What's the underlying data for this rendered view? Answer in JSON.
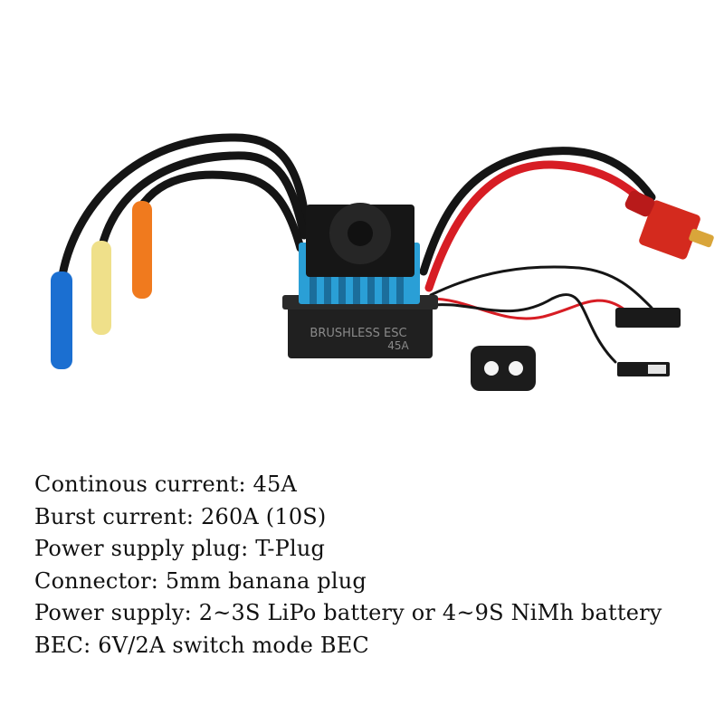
{
  "product": {
    "esc_label_line1": "BRUSHLESS ESC",
    "esc_label_line2": "45A",
    "colors": {
      "heatsink": "#2a9fd6",
      "wire_black": "#151515",
      "wire_red": "#d71d24",
      "connector_blue": "#1b6fd1",
      "connector_yellow": "#efe08a",
      "connector_orange": "#f07a1e",
      "tplug": "#d42a1e",
      "gold": "#d9a53a"
    }
  },
  "specs": [
    "Continous current: 45A",
    "Burst current: 260A (10S)",
    "Power supply plug: T-Plug",
    "Connector: 5mm banana plug",
    "Power supply: 2~3S LiPo battery or 4~9S NiMh battery",
    "BEC: 6V/2A switch mode BEC"
  ]
}
